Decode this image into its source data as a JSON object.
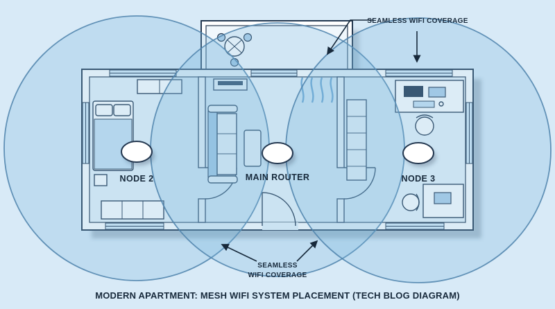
{
  "caption": "MODERN APARTMENT: MESH WIFI SYSTEM PLACEMENT (TECH BLOG DIAGRAM)",
  "nodes": {
    "node2": "NODE 2",
    "main_router": "MAIN ROUTER",
    "node3": "NODE 3"
  },
  "annotations": {
    "top": "SEAMLESS WIFI COVERAGE",
    "bottom_line1": "SEAMLESS",
    "bottom_line2": "WIFI COVERAGE"
  },
  "colors": {
    "background": "#d8eaf7",
    "coverage_fill": "#79b4dd",
    "coverage_stroke": "#4d82ab",
    "wall": "#243850",
    "text": "#17293b"
  }
}
